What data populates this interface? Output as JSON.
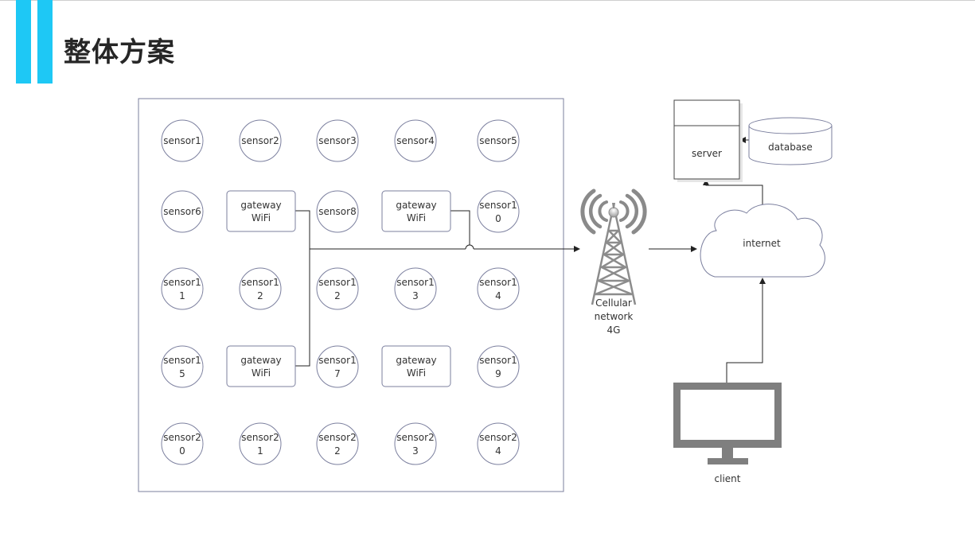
{
  "header": {
    "title": "整体方案"
  },
  "sensors": [
    [
      "sensor1"
    ],
    [
      "sensor2"
    ],
    [
      "sensor3"
    ],
    [
      "sensor4"
    ],
    [
      "sensor5"
    ],
    [
      "sensor6"
    ],
    [
      "sensor8"
    ],
    [
      "sensor1",
      "0"
    ],
    [
      "sensor1",
      "1"
    ],
    [
      "sensor1",
      "2"
    ],
    [
      "sensor1",
      "2"
    ],
    [
      "sensor1",
      "3"
    ],
    [
      "sensor1",
      "4"
    ],
    [
      "sensor1",
      "5"
    ],
    [
      "sensor1",
      "7"
    ],
    [
      "sensor1",
      "9"
    ],
    [
      "sensor2",
      "0"
    ],
    [
      "sensor2",
      "1"
    ],
    [
      "sensor2",
      "2"
    ],
    [
      "sensor2",
      "3"
    ],
    [
      "sensor2",
      "4"
    ]
  ],
  "gateways": [
    [
      "gateway",
      "WiFi"
    ],
    [
      "gateway",
      "WiFi"
    ],
    [
      "gateway",
      "WiFi"
    ],
    [
      "gateway",
      "WiFi"
    ]
  ],
  "tower": {
    "lines": [
      "Cellular",
      "network",
      "4G"
    ]
  },
  "internet": {
    "label": "internet"
  },
  "server": {
    "label": "server"
  },
  "database": {
    "label": "database"
  },
  "client": {
    "label": "client"
  },
  "colors": {
    "accent": "#1ec8f5",
    "stroke": "#7b7f9e",
    "icon": "#7f7f7f"
  }
}
